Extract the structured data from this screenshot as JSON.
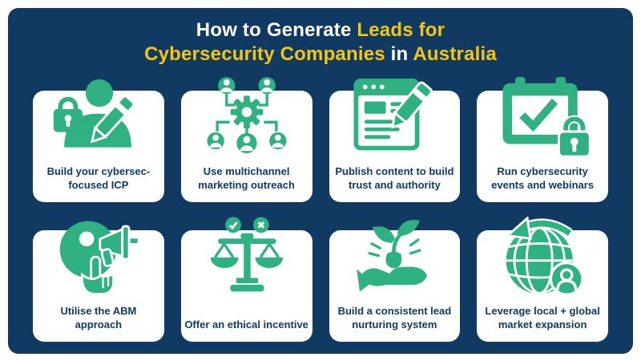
{
  "title": {
    "line1": [
      {
        "text": "How to Generate ",
        "color": "white"
      },
      {
        "text": "Leads for",
        "color": "yellow"
      }
    ],
    "line2": [
      {
        "text": "Cybersecurity Companies",
        "color": "yellow"
      },
      {
        "text": " in ",
        "color": "white"
      },
      {
        "text": "Australia",
        "color": "yellow"
      }
    ]
  },
  "cards": [
    {
      "label": "Build your cybersec-focused ICP",
      "icon": "person-lock-pencil-icon"
    },
    {
      "label": "Use multichannel marketing outreach",
      "icon": "multichannel-network-icon"
    },
    {
      "label": "Publish content to build trust and authority",
      "icon": "document-pencil-icon"
    },
    {
      "label": "Run cybersecurity events and webinars",
      "icon": "calendar-check-lock-icon"
    },
    {
      "label": "Utilise the ABM approach",
      "icon": "person-megaphone-pointer-icon"
    },
    {
      "label": "Offer an ethical incentive",
      "icon": "balance-scale-check-x-icon"
    },
    {
      "label": "Build a consistent lead nurturing system",
      "icon": "hand-sprout-icon"
    },
    {
      "label": "Leverage local + global market expansion",
      "icon": "globe-arrow-person-icon"
    }
  ],
  "colors": {
    "page_background": "#ffffff",
    "panel_navy": "#113a63",
    "accent_green": "#2fb181",
    "accent_yellow": "#f4c513",
    "card_background": "#ffffff",
    "card_text": "#113a63"
  }
}
